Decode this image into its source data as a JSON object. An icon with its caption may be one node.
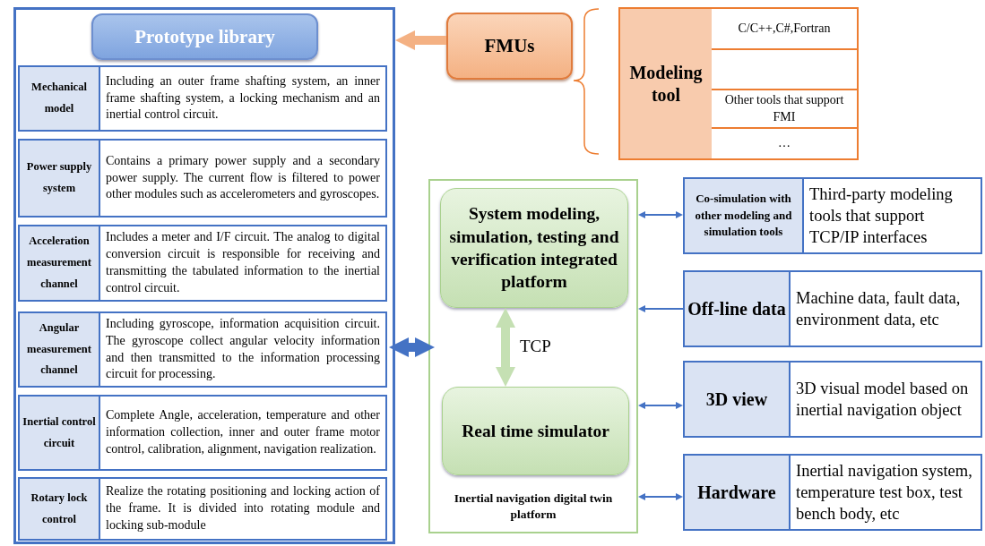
{
  "diagram": {
    "nodes": [
      {
        "text": [
          "Prototype library"
        ]
      },
      {
        "text": [
          "Mechanical model",
          "Including an outer frame shafting system, an inner frame shafting system, a locking mechanism and an inertial control circuit."
        ],
        "in": 0
      },
      {
        "text": [
          "Power supply system",
          "Contains a primary power supply and a secondary power supply. The current flow is filtered to power other modules such as accelerometers and gyroscopes."
        ],
        "in": 0
      },
      {
        "text": [
          "Acceleration measurement channel",
          "Includes a meter and I/F circuit. The analog to digital conversion circuit is responsible for receiving and transmitting the tabulated information to the inertial control circuit."
        ],
        "in": 0
      },
      {
        "text": [
          "Angular measurement channel",
          "Including gyroscope, information acquisition circuit. The gyroscope collect angular velocity information and then transmitted to the information processing circuit for processing."
        ],
        "in": 0
      },
      {
        "text": [
          "Inertial control circuit",
          "Complete Angle, acceleration, temperature and other information collection, inner and outer frame motor control, calibration, alignment, navigation realization."
        ],
        "in": 0
      },
      {
        "text": [
          "Rotary lock control",
          "Realize the rotating positioning and locking action of the frame. It is divided into rotating module and locking sub-module"
        ],
        "in": 0
      },
      {
        "text": [
          "FMUs"
        ]
      },
      {
        "text": [
          "Modeling tool"
        ]
      },
      {
        "text": [
          "C/C++,C#,Fortran"
        ],
        "in": 8
      },
      {
        "text": [],
        "shape": "box",
        "in": 8
      },
      {
        "text": [
          "Other tools that support FMI"
        ],
        "in": 8
      },
      {
        "text": [
          "…"
        ],
        "in": 8
      },
      {
        "text": [
          "Inertial navigation digital twin platform"
        ]
      },
      {
        "text": [
          "System modeling, simulation, testing and verification integrated platform"
        ],
        "in": 13
      },
      {
        "text": [
          "Real time simulator"
        ],
        "in": 13
      },
      {
        "text": [
          "Co-simulation with other modeling and simulation tools",
          "Third-party modeling tools that support TCP/IP interfaces"
        ]
      },
      {
        "text": [
          "Off-line data",
          "Machine data, fault data, environment data, etc"
        ]
      },
      {
        "text": [
          "3D view",
          "3D visual model based on inertial navigation object"
        ]
      },
      {
        "text": [
          "Hardware",
          "Inertial navigation system, temperature test box, test bench body, etc"
        ]
      }
    ],
    "edges": [
      {
        "from": 7,
        "to": 0,
        "arrow": "to",
        "style": "thick",
        "color": "#f4b183"
      },
      {
        "from": 0,
        "to": 13,
        "arrow": "both",
        "style": "thick"
      },
      {
        "from": 14,
        "to": 15,
        "arrow": "both",
        "label": "TCP",
        "style": "thick",
        "color": "#c5e0b3"
      },
      {
        "from": 16,
        "to": 13,
        "arrow": "both"
      },
      {
        "from": 17,
        "to": 13,
        "arrow": "to"
      },
      {
        "from": 18,
        "to": 13,
        "arrow": "both"
      },
      {
        "from": 19,
        "to": 13,
        "arrow": "both"
      }
    ]
  }
}
